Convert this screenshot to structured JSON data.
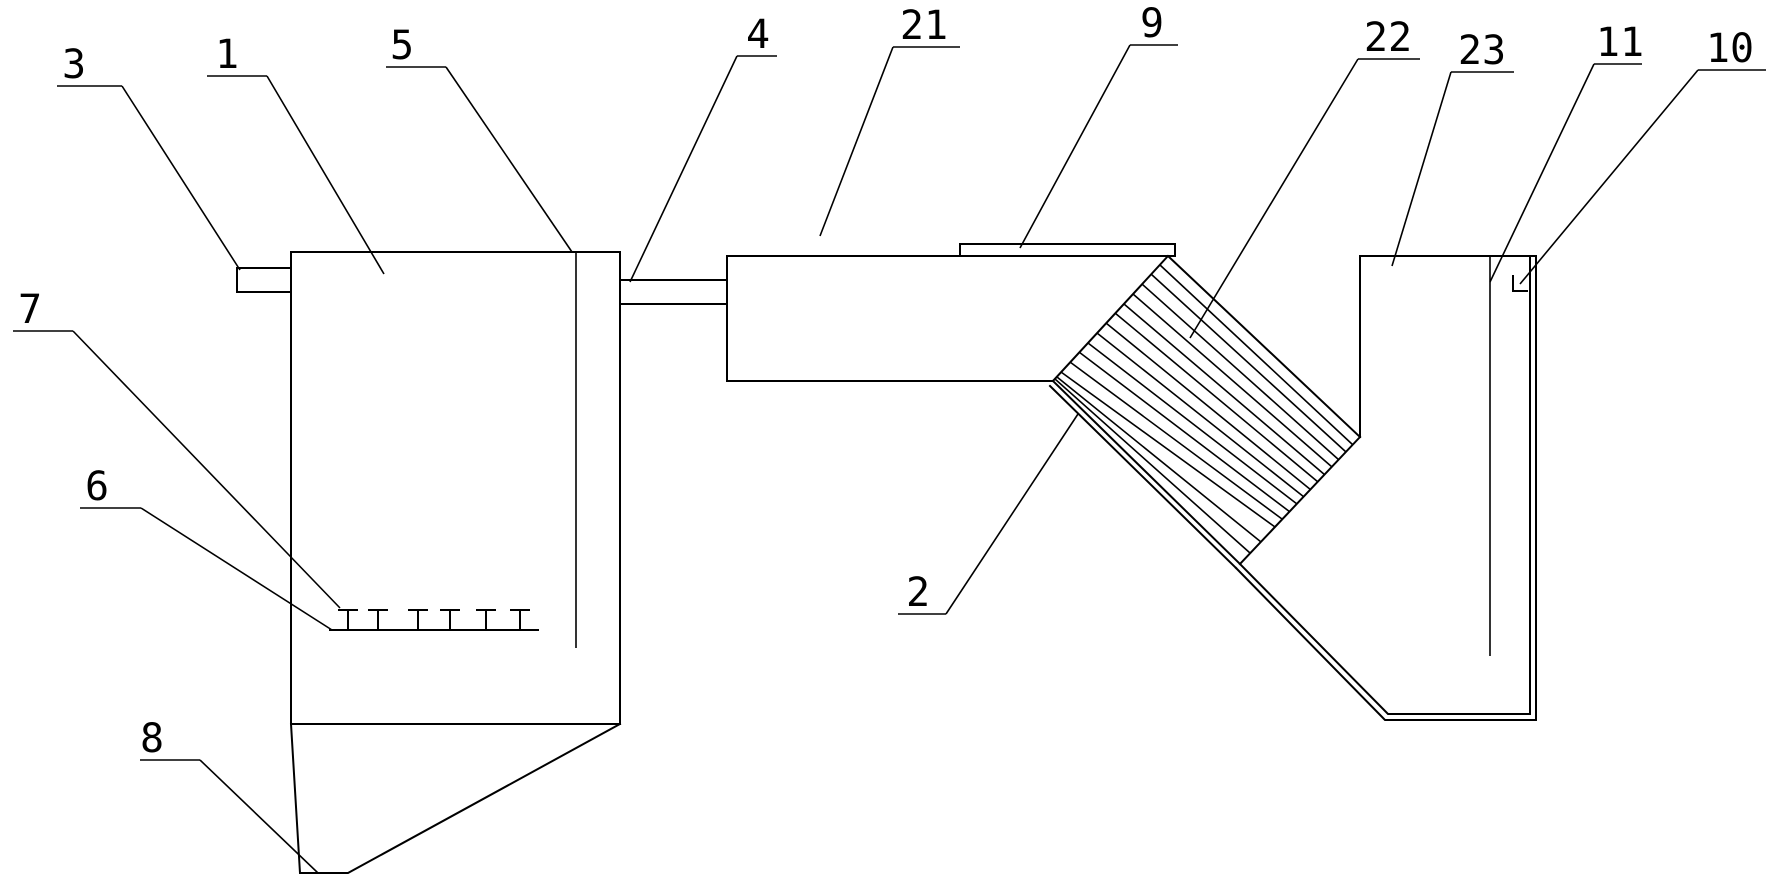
{
  "labels": {
    "l1": "1",
    "l2": "2",
    "l3": "3",
    "l4": "4",
    "l5": "5",
    "l6": "6",
    "l7": "7",
    "l8": "8",
    "l9": "9",
    "l10": "10",
    "l11": "11",
    "l21": "21",
    "l22": "22",
    "l23": "23"
  },
  "colors": {
    "line": "#000000",
    "background": "#ffffff"
  }
}
